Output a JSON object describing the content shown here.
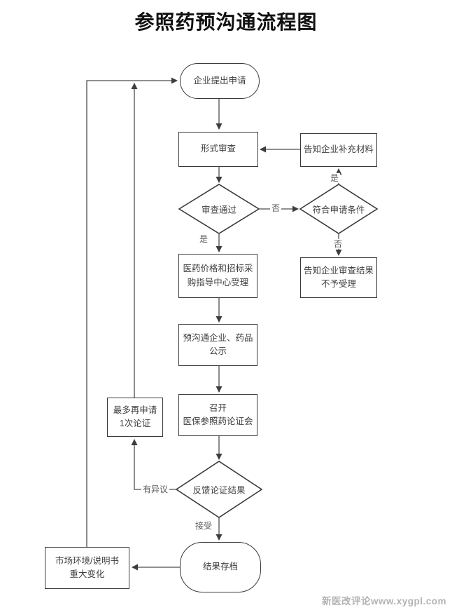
{
  "title": "参照药预沟通流程图",
  "watermark": "新医改评论www.xygpl.com",
  "colors": {
    "line": "#4d4d4d",
    "node_border": "#3a3a3a",
    "text": "#3d3d3d",
    "watermark": "#b3b3b3",
    "background": "#ffffff"
  },
  "nodes": {
    "start": {
      "type": "terminator",
      "label": "企业提出申请"
    },
    "formal_review": {
      "type": "process",
      "label": "形式审查"
    },
    "notify_supplement": {
      "type": "process",
      "label": "告知企业补充材料"
    },
    "review_passed": {
      "type": "decision",
      "label": "审查通过"
    },
    "meets_conditions": {
      "type": "decision",
      "label": "符合申请条件"
    },
    "notify_reject": {
      "type": "process",
      "label": "告知企业审查结果\n不予受理"
    },
    "center_accept": {
      "type": "process",
      "label": "医药价格和招标采\n购指导中心受理"
    },
    "publicity": {
      "type": "process",
      "label": "预沟通企业、药品\n公示"
    },
    "hold_meeting": {
      "type": "process",
      "label": "召开\n医保参照药论证会"
    },
    "reapply": {
      "type": "process",
      "label": "最多再申请\n1次论证"
    },
    "feedback": {
      "type": "decision",
      "label": "反馈论证结果"
    },
    "archive": {
      "type": "terminator",
      "label": "结果存档"
    },
    "market_change": {
      "type": "process",
      "label": "市场环境/说明书\n重大变化"
    }
  },
  "edge_labels": {
    "review_yes": "是",
    "review_no": "否",
    "conditions_yes": "是",
    "conditions_no": "否",
    "feedback_objection": "有异议",
    "feedback_accept": "接受"
  }
}
